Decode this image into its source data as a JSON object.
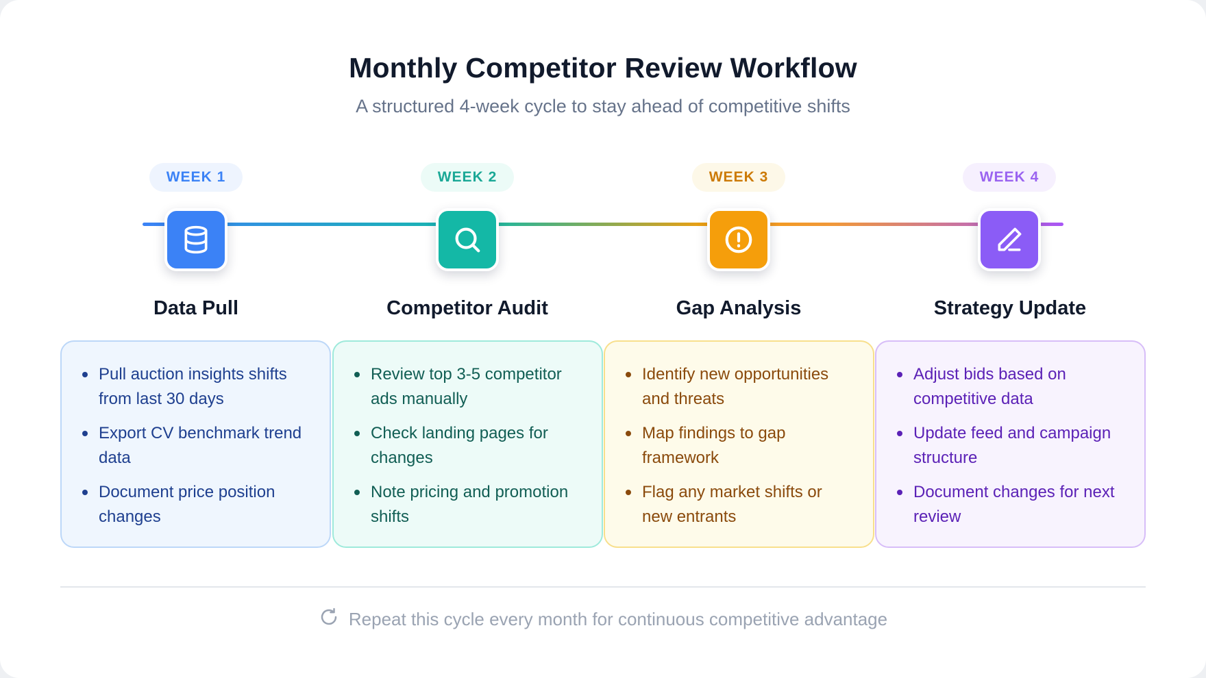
{
  "title": "Monthly Competitor Review Workflow",
  "subtitle": "A structured 4-week cycle to stay ahead of competitive shifts",
  "steps": [
    {
      "week": "WEEK 1",
      "title": "Data Pull",
      "icon": "database-icon",
      "accent": "#3b82f6",
      "items": [
        "Pull auction insights shifts from last 30 days",
        "Export CV benchmark trend data",
        "Document price position changes"
      ]
    },
    {
      "week": "WEEK 2",
      "title": "Competitor Audit",
      "icon": "search-icon",
      "accent": "#14b8a6",
      "items": [
        "Review top 3-5 competitor ads manually",
        "Check landing pages for changes",
        "Note pricing and promotion shifts"
      ]
    },
    {
      "week": "WEEK 3",
      "title": "Gap Analysis",
      "icon": "alert-circle-icon",
      "accent": "#f59e0b",
      "items": [
        "Identify new opportunities and threats",
        "Map findings to gap framework",
        "Flag any market shifts or new entrants"
      ]
    },
    {
      "week": "WEEK 4",
      "title": "Strategy Update",
      "icon": "pencil-icon",
      "accent": "#8b5cf6",
      "items": [
        "Adjust bids based on competitive data",
        "Update feed and campaign structure",
        "Document changes for next review"
      ]
    }
  ],
  "footer": {
    "icon": "refresh-icon",
    "text": "Repeat this cycle every month for continuous competitive advantage"
  }
}
